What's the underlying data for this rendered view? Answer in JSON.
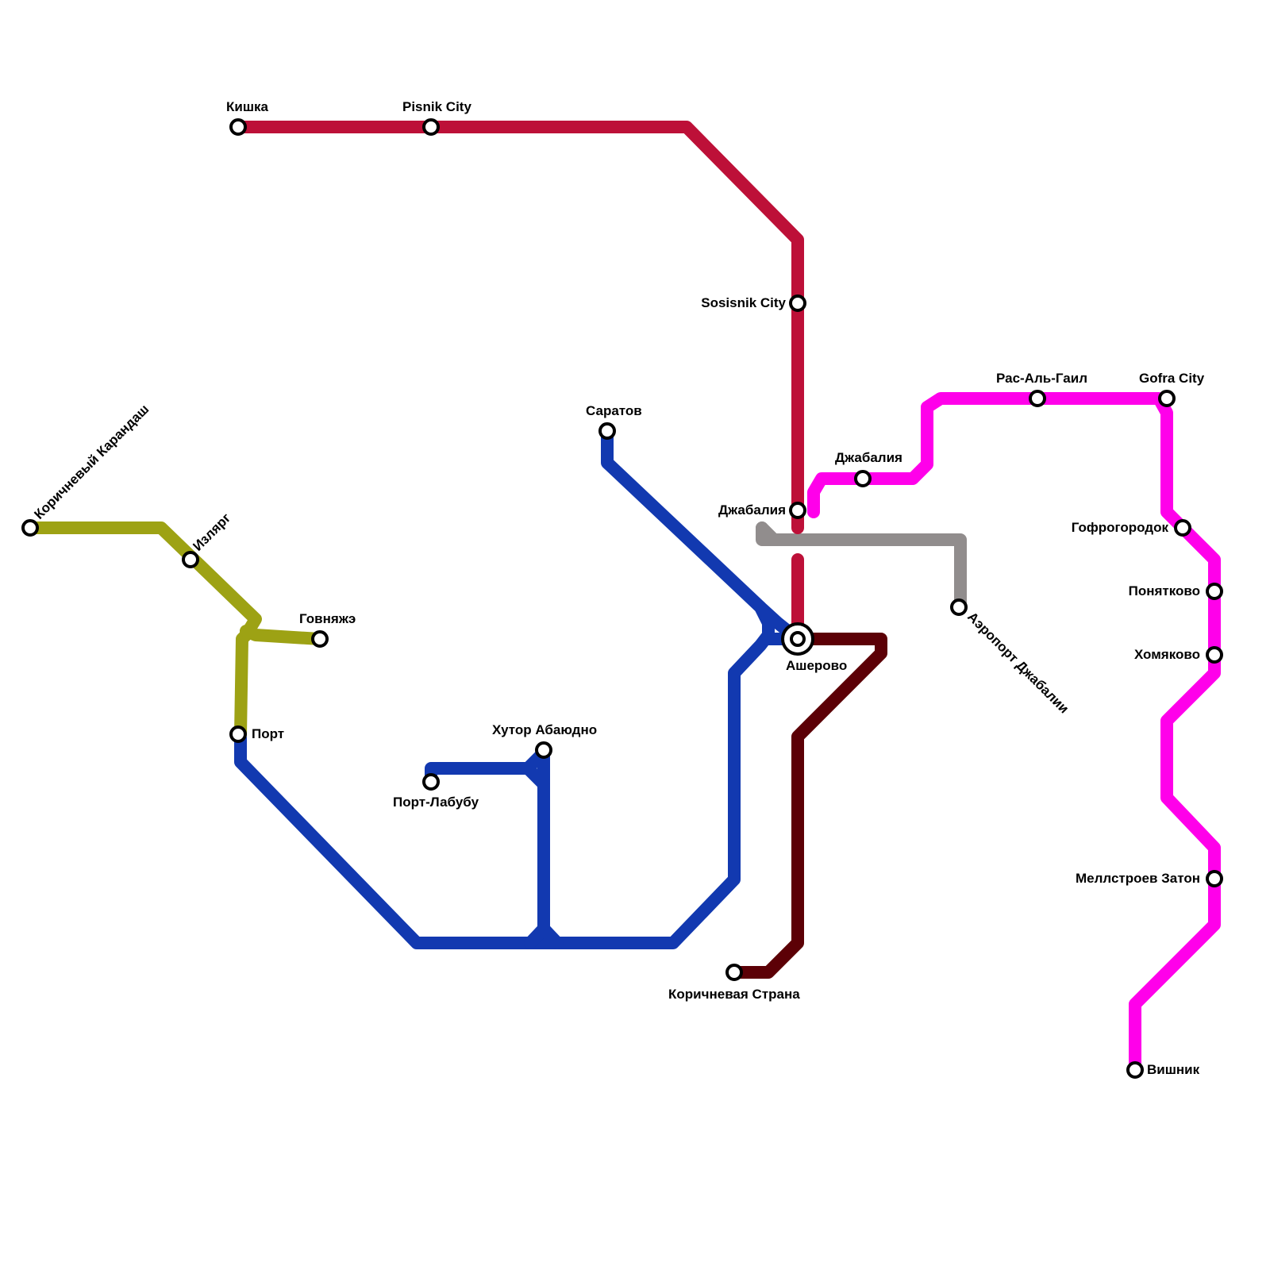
{
  "lines": [
    {
      "id": "red",
      "color": "#BD1038"
    },
    {
      "id": "blue",
      "color": "#1239B0"
    },
    {
      "id": "olive",
      "color": "#9DA214"
    },
    {
      "id": "magenta",
      "color": "#FF00EA"
    },
    {
      "id": "gray",
      "color": "#918D8D"
    },
    {
      "id": "brown",
      "color": "#5C0006"
    }
  ],
  "stations": {
    "kishka": "Кишка",
    "pisnik_city": "Pisnik City",
    "sosisnik_city": "Sosisnik City",
    "dzhabaliya_red": "Джабалия",
    "dzhabaliya_pink": "Джабалия",
    "asherovo": "Ашерово",
    "saratov": "Саратов",
    "khutor": "Хутор Абаюдно",
    "port_labubu": "Порт-Лабубу",
    "port": "Порт",
    "govnyazhe": "Говняжэ",
    "izlyarg": "Изляpг",
    "korichnevyi": "Коричневый Карандаш",
    "korichnevaya_strana": "Коричневая Страна",
    "aeroport": "Аэропорт Джабалии",
    "ras_al_gail": "Рас-Аль-Гаил",
    "gofra_city": "Gofra City",
    "gofrogorodok": "Гофрогородок",
    "ponyatkovo": "Понятково",
    "khomyakovo": "Хомяково",
    "mellstroev": "Меллстроев Затон",
    "vishnik": "Вишник"
  }
}
